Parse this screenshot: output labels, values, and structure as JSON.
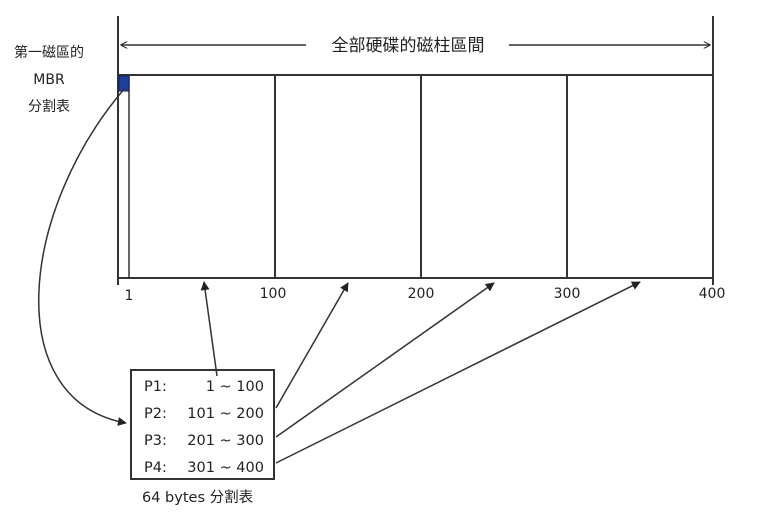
{
  "header": {
    "title": "全部硬碟的磁柱區間"
  },
  "mbr_label": {
    "line1": "第一磁區的",
    "line2": "MBR",
    "line3": "分割表"
  },
  "axis": {
    "ticks": [
      "1",
      "100",
      "200",
      "300",
      "400"
    ]
  },
  "partition_table": {
    "rows": [
      {
        "name": "P1:",
        "range": "1 ~ 100"
      },
      {
        "name": "P2:",
        "range": "101 ~ 200"
      },
      {
        "name": "P3:",
        "range": "201 ~ 300"
      },
      {
        "name": "P4:",
        "range": "301 ~ 400"
      }
    ],
    "caption": "64 bytes 分割表"
  },
  "colors": {
    "line": "#333333",
    "mbr_block": "#1f3f9a"
  }
}
